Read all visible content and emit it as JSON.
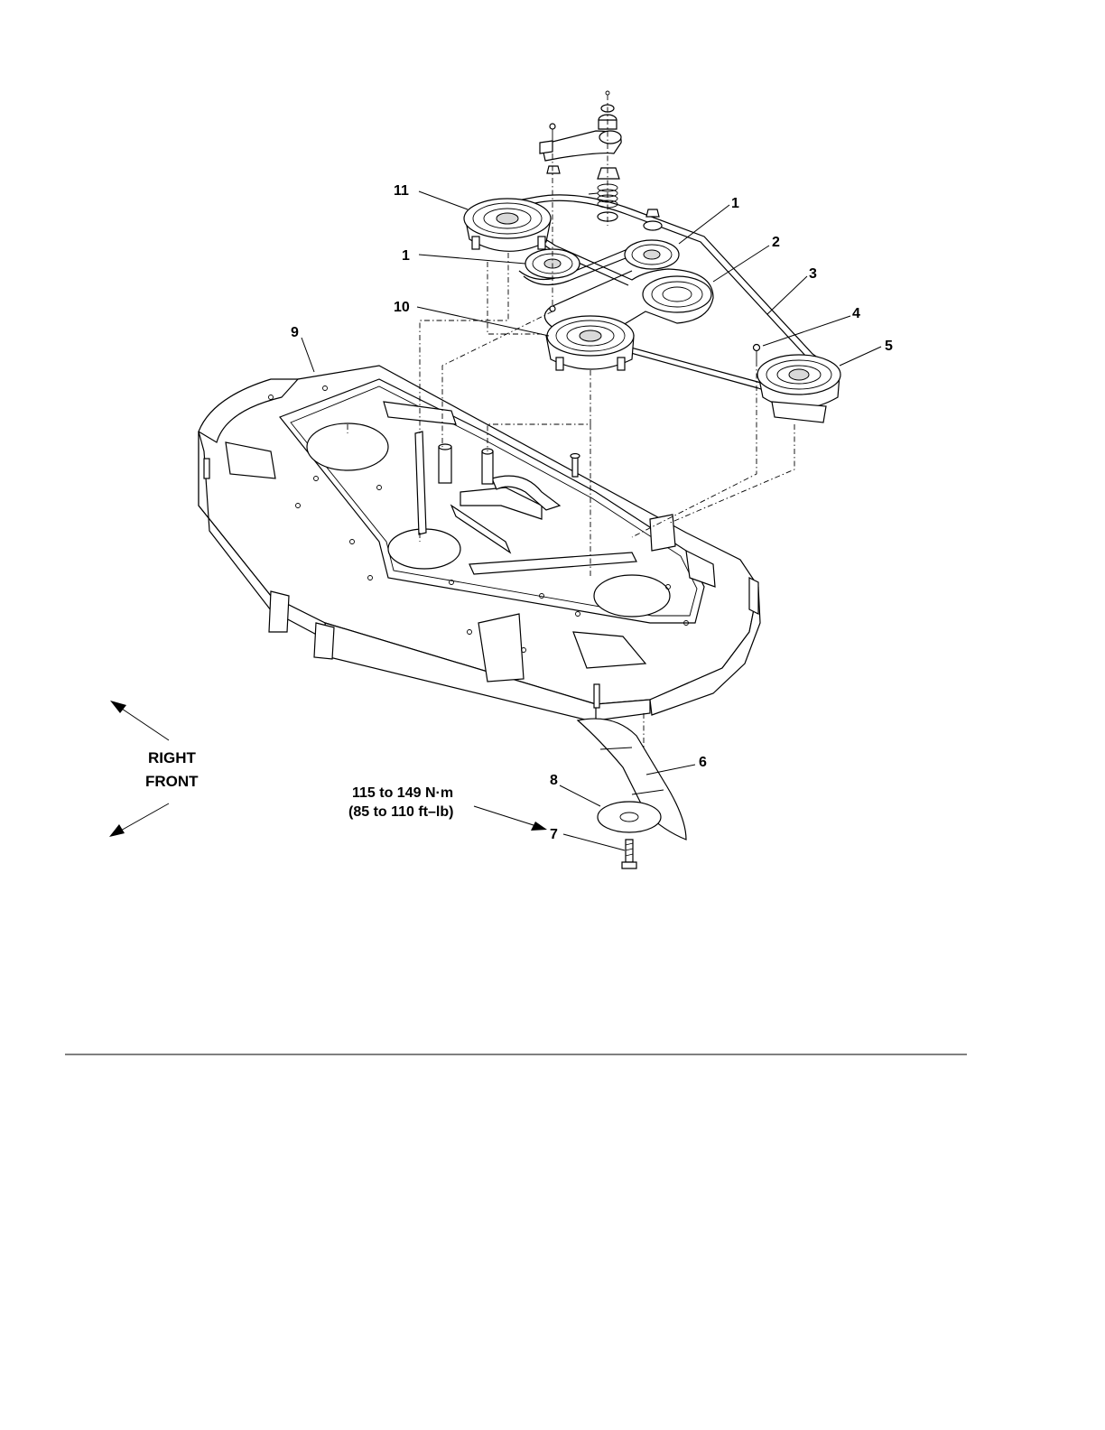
{
  "callouts": {
    "c1a": "1",
    "c1b": "1",
    "c2": "2",
    "c3": "3",
    "c4": "4",
    "c5": "5",
    "c6": "6",
    "c7": "7",
    "c8": "8",
    "c9": "9",
    "c10": "10",
    "c11": "11"
  },
  "direction": {
    "right": "RIGHT",
    "front": "FRONT"
  },
  "torque": {
    "metric": "115 to 149 N·m",
    "imperial": "(85 to 110 ft–lb)"
  }
}
